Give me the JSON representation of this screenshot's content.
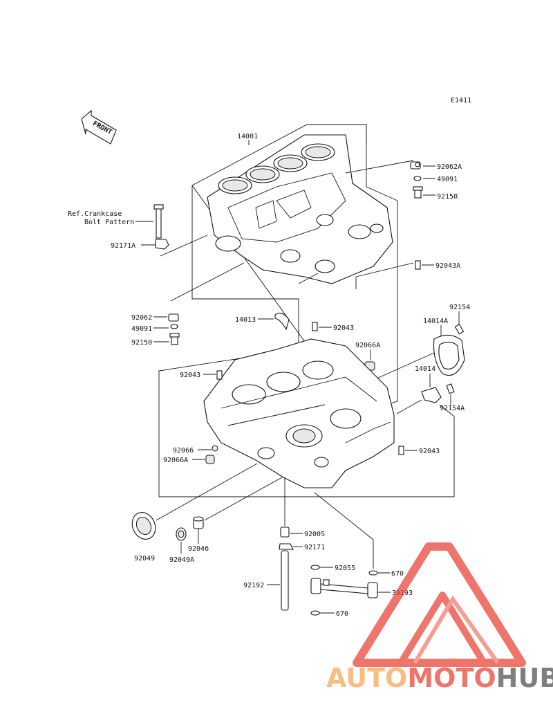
{
  "diagram_code": "E1411",
  "front_arrow_text": "FRONT",
  "ref_note": {
    "line1": "Ref.Crankcase",
    "line2": "Bolt Pattern"
  },
  "labels": {
    "p14001": "14001",
    "p92062A": "92062A",
    "p49091_top": "49091",
    "p92150_top": "92150",
    "p92171A": "92171A",
    "p92043A": "92043A",
    "p92062": "92062",
    "p49091": "49091",
    "p92150": "92150",
    "p14013": "14013",
    "p92043_top": "92043",
    "p92154": "92154",
    "p14014A": "14014A",
    "p92066A_right": "92066A",
    "p92043_left": "92043",
    "p14014": "14014",
    "p92154A": "92154A",
    "p92066": "92066",
    "p92066A": "92066A",
    "p92043_right": "92043",
    "p92049": "92049",
    "p92049A": "92049A",
    "p92046": "92046",
    "p92005": "92005",
    "p92171": "92171",
    "p92055": "92055",
    "p670_top": "670",
    "p92192": "92192",
    "p39193": "39193",
    "p670_bottom": "670"
  },
  "watermark": {
    "part1": "AUTO",
    "part2": "MOTO",
    "part3": "HUB",
    "color1": "#f6a85a",
    "color2": "#e8473a",
    "color3": "#555555"
  }
}
